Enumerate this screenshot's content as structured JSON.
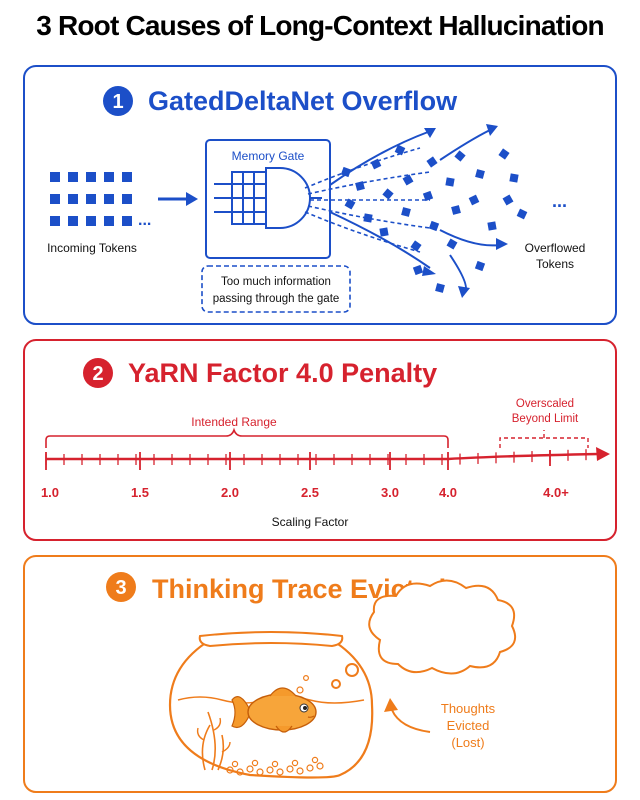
{
  "title": "3 Root Causes of Long-Context Hallucination",
  "colors": {
    "blue": "#1c4fc8",
    "red": "#d6222e",
    "orange": "#ef7c1b"
  },
  "panel1": {
    "number": "1",
    "heading": "GatedDeltaNet Overflow",
    "gate_label": "Memory Gate",
    "incoming_label": "Incoming Tokens",
    "ellipsis": "...",
    "overflow_label_line1": "Overflowed",
    "overflow_label_line2": "Tokens",
    "note_line1": "Too much information",
    "note_line2": "passing through the gate"
  },
  "panel2": {
    "number": "2",
    "heading": "YaRN Factor 4.0 Penalty",
    "intended_label": "Intended Range",
    "overscaled_line1": "Overscaled",
    "overscaled_line2": "Beyond Limit",
    "ticks": [
      "1.0",
      "1.5",
      "2.0",
      "2.5",
      "3.0",
      "4.0",
      "4.0+"
    ],
    "axis_label": "Scaling Factor"
  },
  "panel3": {
    "number": "3",
    "heading": "Thinking Trace Evicted",
    "evicted_line1": "Thoughts",
    "evicted_line2": "Evicted",
    "evicted_line3": "(Lost)"
  }
}
